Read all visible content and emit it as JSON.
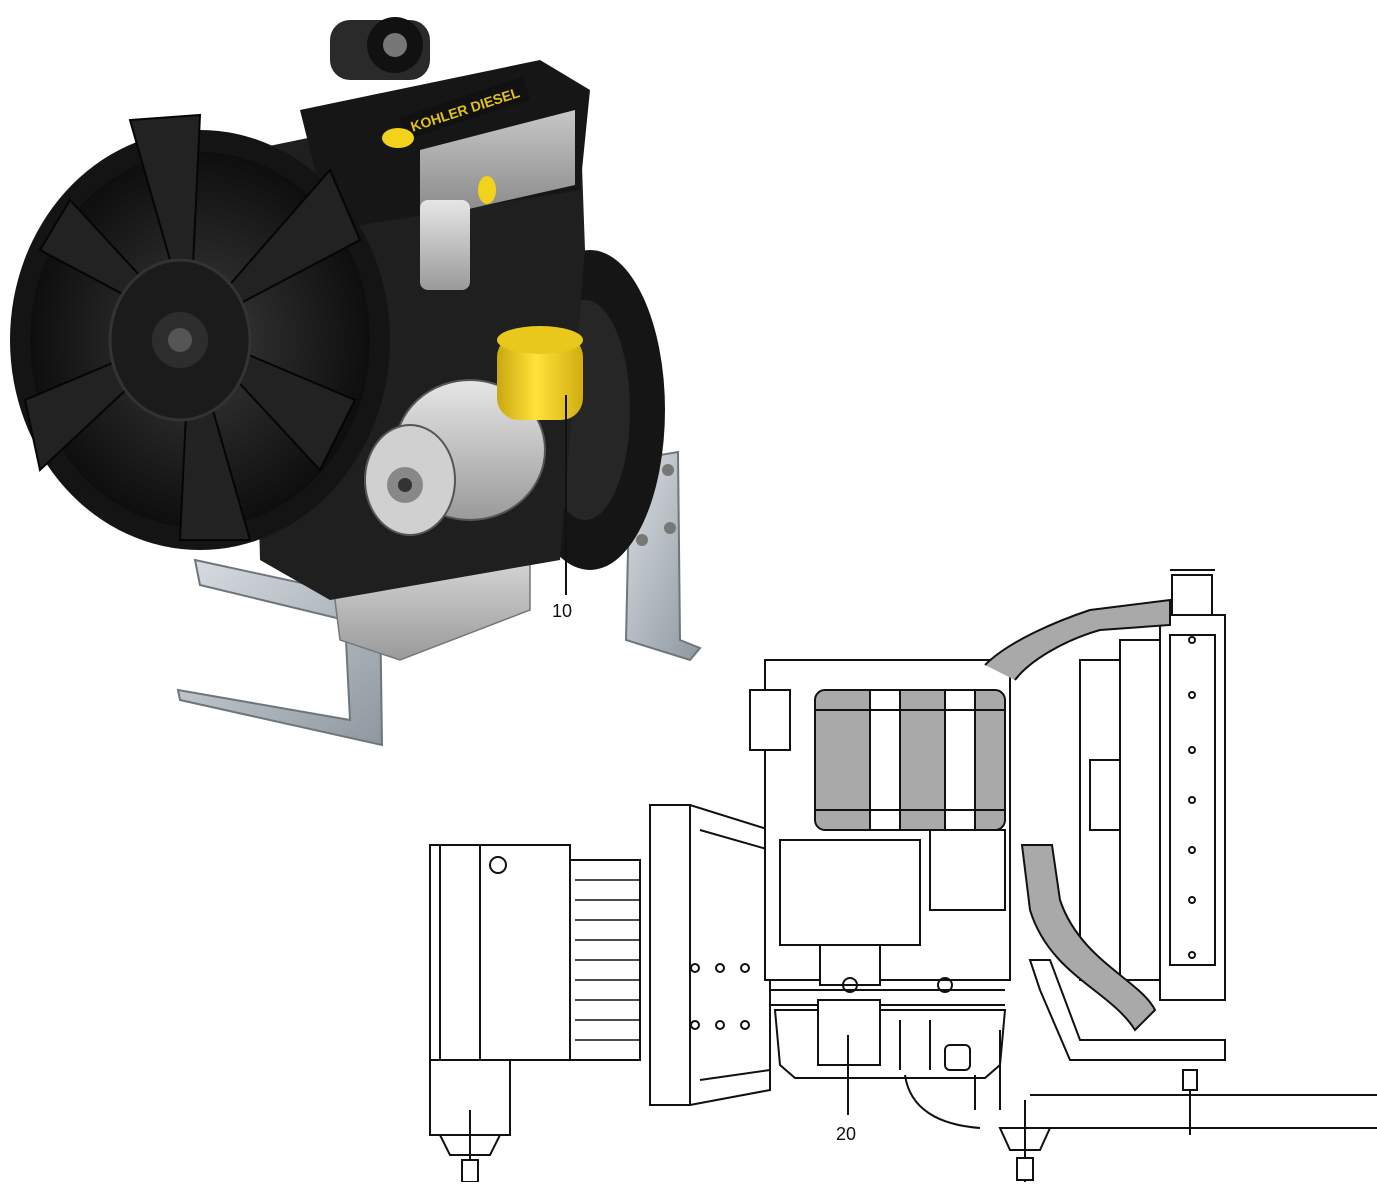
{
  "callouts": {
    "oil_filter": "10",
    "oil_sump": "20"
  },
  "brand_mark": "KOHLER DIESEL",
  "colors": {
    "engine_black": "#1a1a1a",
    "oil_filter_yellow": "#f2d21b",
    "steel_bracket": "#b8bfc6",
    "drawing_line": "#111111",
    "drawing_shade": "#a9a9a9"
  }
}
